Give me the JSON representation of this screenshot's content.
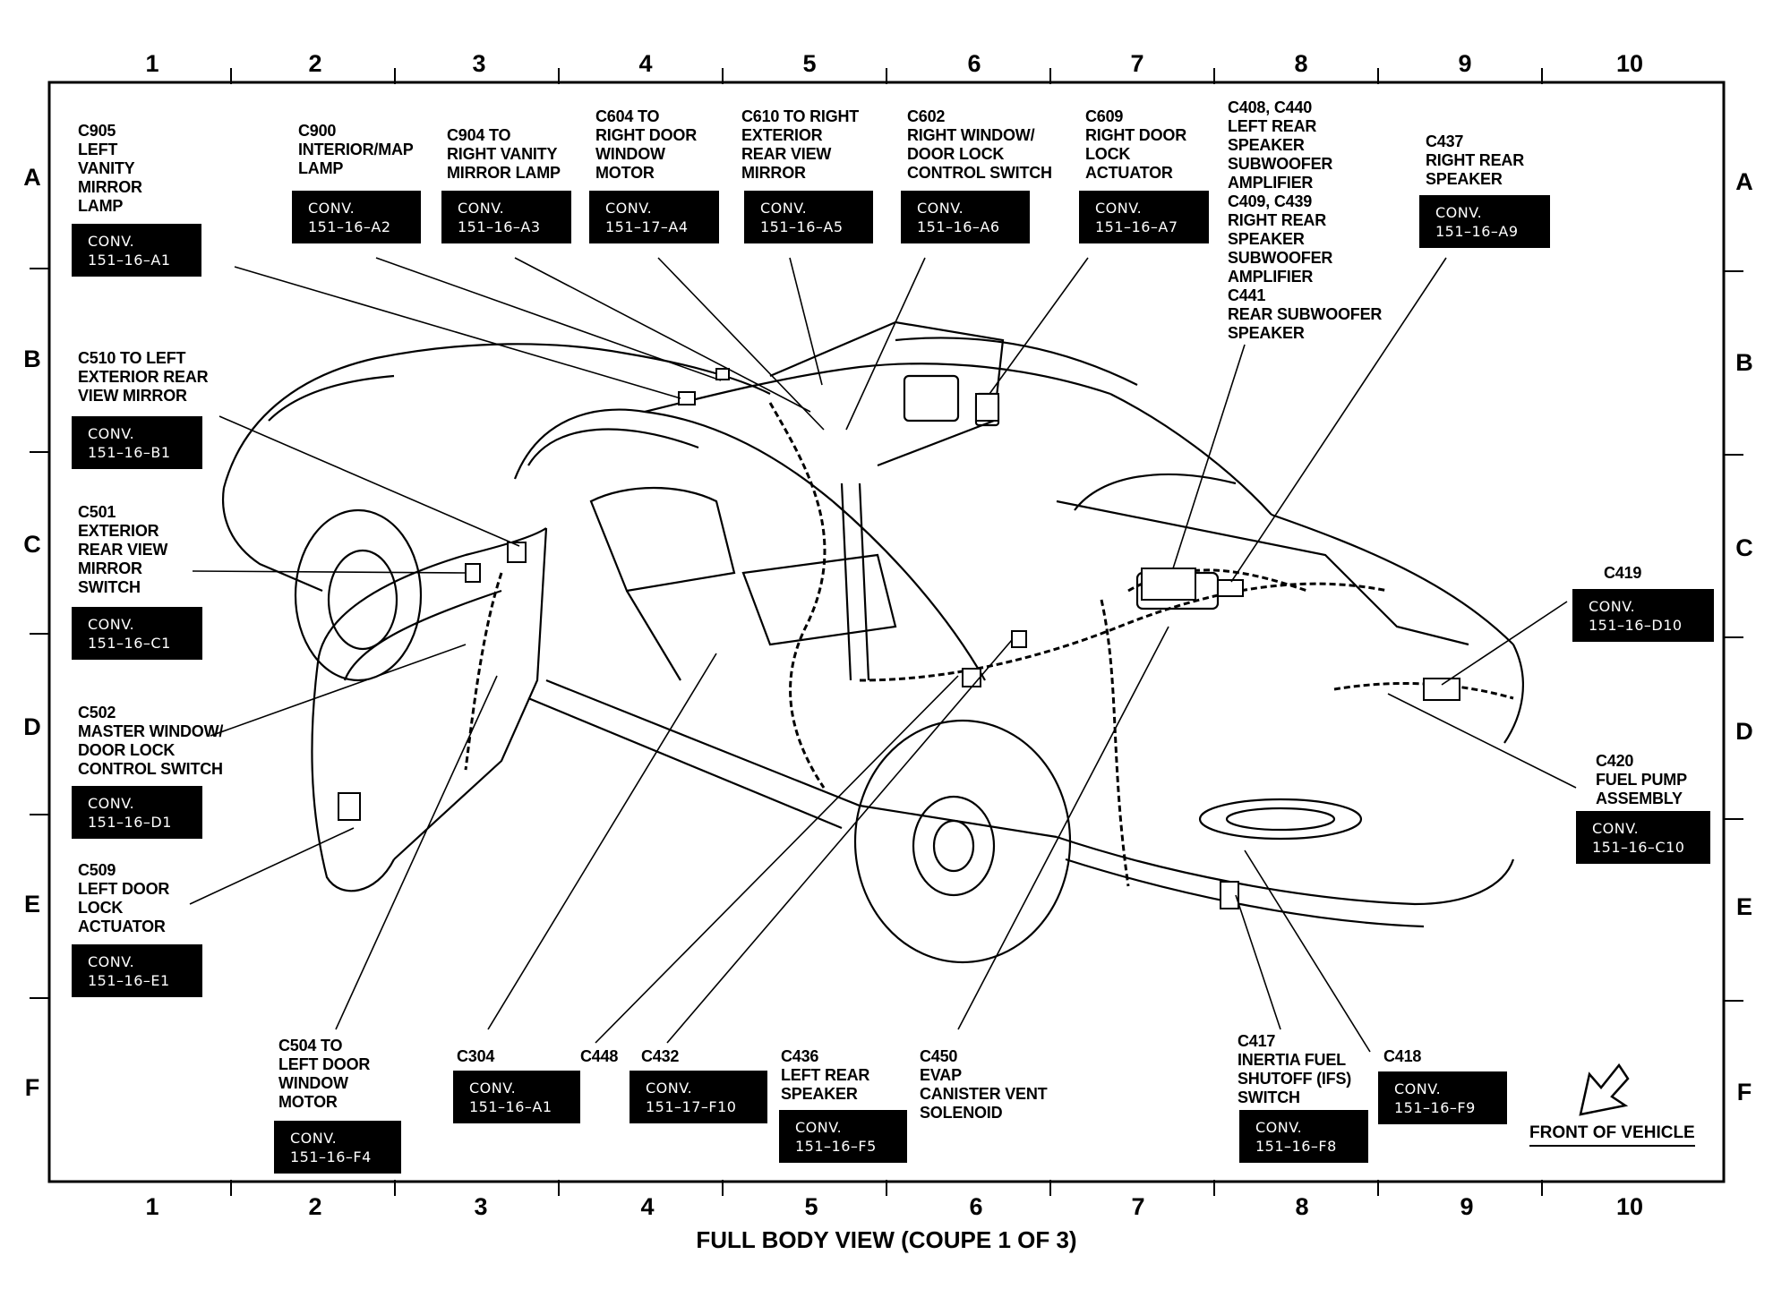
{
  "grid": {
    "columns": [
      "1",
      "2",
      "3",
      "4",
      "5",
      "6",
      "7",
      "8",
      "9",
      "10"
    ],
    "rows": [
      "A",
      "B",
      "C",
      "D",
      "E",
      "F"
    ]
  },
  "callouts": [
    {
      "id": "C905",
      "title": [
        "C905",
        "LEFT",
        "VANITY",
        "MIRROR",
        "LAMP"
      ],
      "conv": [
        "CONV.",
        "151–16–A1"
      ]
    },
    {
      "id": "C900",
      "title": [
        "C900",
        "INTERIOR/MAP",
        "LAMP"
      ],
      "conv": [
        "CONV.",
        "151–16–A2"
      ]
    },
    {
      "id": "C904",
      "title": [
        "C904 TO",
        "RIGHT VANITY",
        "MIRROR LAMP"
      ],
      "conv": [
        "CONV.",
        "151–16–A3"
      ]
    },
    {
      "id": "C604",
      "title": [
        "C604 TO",
        "RIGHT DOOR",
        "WINDOW",
        "MOTOR"
      ],
      "conv": [
        "CONV.",
        "151–17–A4"
      ]
    },
    {
      "id": "C610",
      "title": [
        "C610 TO RIGHT",
        "EXTERIOR",
        "REAR VIEW",
        "MIRROR"
      ],
      "conv": [
        "CONV.",
        "151–16–A5"
      ]
    },
    {
      "id": "C602",
      "title": [
        "C602",
        "RIGHT WINDOW/",
        "DOOR LOCK",
        "CONTROL SWITCH"
      ],
      "conv": [
        "CONV.",
        "151–16–A6"
      ]
    },
    {
      "id": "C609",
      "title": [
        "C609",
        "RIGHT DOOR",
        "LOCK",
        "ACTUATOR"
      ],
      "conv": [
        "CONV.",
        "151–16–A7"
      ]
    },
    {
      "id": "C408",
      "title": [
        "C408, C440",
        "LEFT REAR",
        "SPEAKER",
        "SUBWOOFER",
        "AMPLIFIER",
        "C409, C439",
        "RIGHT REAR",
        "SPEAKER",
        "SUBWOOFER",
        "AMPLIFIER",
        "C441",
        "REAR SUBWOOFER",
        "SPEAKER"
      ],
      "conv": []
    },
    {
      "id": "C437",
      "title": [
        "C437",
        "RIGHT REAR",
        "SPEAKER"
      ],
      "conv": [
        "CONV.",
        "151–16–A9"
      ]
    },
    {
      "id": "C510",
      "title": [
        "C510 TO LEFT",
        "EXTERIOR REAR",
        "VIEW MIRROR"
      ],
      "conv": [
        "CONV.",
        "151–16–B1"
      ]
    },
    {
      "id": "C501",
      "title": [
        "C501",
        "EXTERIOR",
        "REAR VIEW",
        "MIRROR",
        "SWITCH"
      ],
      "conv": [
        "CONV.",
        "151–16–C1"
      ]
    },
    {
      "id": "C419",
      "title": [
        "C419"
      ],
      "conv": [
        "CONV.",
        "151–16–D10"
      ]
    },
    {
      "id": "C502",
      "title": [
        "C502",
        "MASTER WINDOW/",
        "DOOR LOCK",
        "CONTROL SWITCH"
      ],
      "conv": [
        "CONV.",
        "151–16–D1"
      ]
    },
    {
      "id": "C420",
      "title": [
        "C420",
        "FUEL PUMP",
        "ASSEMBLY"
      ],
      "conv": [
        "CONV.",
        "151–16–C10"
      ]
    },
    {
      "id": "C509",
      "title": [
        "C509",
        "LEFT DOOR",
        "LOCK",
        "ACTUATOR"
      ],
      "conv": [
        "CONV.",
        "151–16–E1"
      ]
    },
    {
      "id": "C504",
      "title": [
        "C504 TO",
        "LEFT DOOR",
        "WINDOW",
        "MOTOR"
      ],
      "conv": [
        "CONV.",
        "151–16–F4"
      ]
    },
    {
      "id": "C304",
      "title": [
        "C304"
      ],
      "conv": [
        "CONV.",
        "151–16–A1"
      ]
    },
    {
      "id": "C448",
      "title": [
        "C448"
      ],
      "conv": []
    },
    {
      "id": "C432",
      "title": [
        "C432"
      ],
      "conv": [
        "CONV.",
        "151–17–F10"
      ]
    },
    {
      "id": "C436",
      "title": [
        "C436",
        "LEFT REAR",
        "SPEAKER"
      ],
      "conv": [
        "CONV.",
        "151–16–F5"
      ]
    },
    {
      "id": "C450",
      "title": [
        "C450",
        "EVAP",
        "CANISTER VENT",
        "SOLENOID"
      ],
      "conv": []
    },
    {
      "id": "C417",
      "title": [
        "C417",
        "INERTIA FUEL",
        "SHUTOFF (IFS)",
        "SWITCH"
      ],
      "conv": [
        "CONV.",
        "151–16–F8"
      ]
    },
    {
      "id": "C418",
      "title": [
        "C418"
      ],
      "conv": [
        "CONV.",
        "151–16–F9"
      ]
    }
  ],
  "front_label": "FRONT OF VEHICLE",
  "caption": "FULL BODY VIEW (COUPE 1 OF 3)"
}
